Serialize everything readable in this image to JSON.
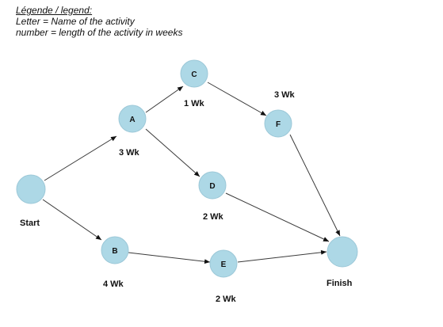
{
  "legend": {
    "title": "Légende / legend:",
    "line1": "Letter = Name of the activity",
    "line2": "number = length of the activity in weeks"
  },
  "nodes": {
    "start": {
      "letter": "",
      "caption": "Start"
    },
    "A": {
      "letter": "A"
    },
    "B": {
      "letter": "B"
    },
    "C": {
      "letter": "C"
    },
    "D": {
      "letter": "D"
    },
    "E": {
      "letter": "E"
    },
    "F": {
      "letter": "F"
    },
    "finish": {
      "letter": "",
      "caption": "Finish"
    }
  },
  "durations": {
    "A": "3 Wk",
    "B": "4 Wk",
    "C": "1 Wk",
    "D": "2 Wk",
    "E": "2 Wk",
    "F": "3 Wk"
  },
  "edges": [
    [
      "start",
      "A"
    ],
    [
      "start",
      "B"
    ],
    [
      "A",
      "C"
    ],
    [
      "A",
      "D"
    ],
    [
      "C",
      "F"
    ],
    [
      "F",
      "finish"
    ],
    [
      "D",
      "finish"
    ],
    [
      "B",
      "E"
    ],
    [
      "E",
      "finish"
    ]
  ],
  "colors": {
    "node_fill": "#add8e6",
    "edge": "#3a3a3a"
  }
}
